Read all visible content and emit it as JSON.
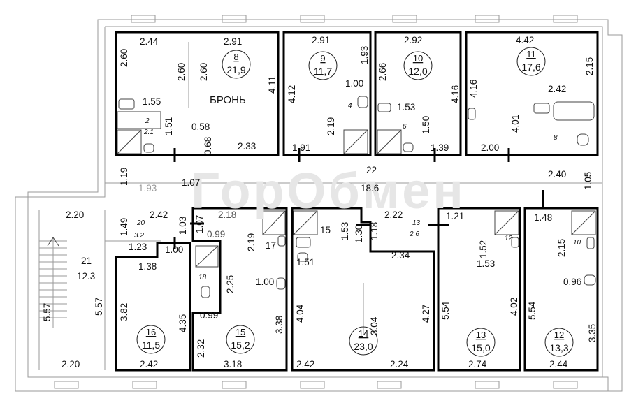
{
  "watermark": "ГорОбмен",
  "reserved_label": "БРОНЬ",
  "rooms": [
    {
      "id": "8",
      "number": "8",
      "area": "21,9"
    },
    {
      "id": "9",
      "number": "9",
      "area": "11,7"
    },
    {
      "id": "10",
      "number": "10",
      "area": "12,0"
    },
    {
      "id": "11",
      "number": "11",
      "area": "17,6"
    },
    {
      "id": "12",
      "number": "12",
      "area": "13,3"
    },
    {
      "id": "13",
      "number": "13",
      "area": "15,0"
    },
    {
      "id": "14",
      "number": "14",
      "area": "23,0"
    },
    {
      "id": "15",
      "number": "15",
      "area": "15,2"
    },
    {
      "id": "16",
      "number": "16",
      "area": "11,5"
    }
  ],
  "dimensions": {
    "r8_top_left": "2.44",
    "r8_top_right": "2.91",
    "r8_left": "2.60",
    "r8_mid_a": "2.60",
    "r8_mid_b": "2.60",
    "r8_right": "4.11",
    "r8_bath": "1.55",
    "r8_wc_h": "1.51",
    "r8_wc_no": "2",
    "r8_wc_area": "2.1",
    "r8_stub_w": "0.58",
    "r8_stub_h": "0.68",
    "r8_bottom": "2.33",
    "r9_top": "2.91",
    "r9_right": "1.93",
    "r9_left": "4.12",
    "r9_bath_w": "1.00",
    "r9_bath_no": "4",
    "r9_bath_h": "2.19",
    "r9_bottom": "1.91",
    "r10_top": "2.92",
    "r10_left": "2.66",
    "r10_right": "4.16",
    "r10_bath_w": "1.53",
    "r10_bath_no": "6",
    "r10_bath_h": "1.50",
    "r10_bottom": "1.39",
    "r11_top": "4.42",
    "r11_right": "2.15",
    "r11_left": "4.16",
    "r11_bath_w": "2.42",
    "r11_bath_h": "4.01",
    "r11_bath_no": "8",
    "r11_bottom": "2.00",
    "c_left": "1.19",
    "c_a": "1.93",
    "c_b": "1.07",
    "c_no": "22",
    "c_area": "18.6",
    "c_right_w": "2.40",
    "c_right_h": "1.05",
    "st_w_top": "2.20",
    "st_no": "21",
    "st_area": "12.3",
    "st_left": "5.57",
    "st_right": "5.57",
    "st_w_bottom": "2.20",
    "v20_w": "2.42",
    "v20_h": "1.49",
    "v20_no": "20",
    "v20_area": "3.2",
    "v20_b": "1.23",
    "v20_c": "1.03",
    "v19_a": "1.07",
    "v19_b": "2.18",
    "v19_c": "0.99",
    "r16_top": "1.00",
    "r16_bath": "1.38",
    "r16_no18": "18",
    "r16_left": "3.82",
    "r16_right": "4.35",
    "r16_bottom": "2.42",
    "r15_a": "0.99",
    "r15_b": "2.25",
    "r15_c": "2.19",
    "r15_bath_no": "17",
    "r15_d": "1.00",
    "r15_left": "2.32",
    "r15_right": "3.38",
    "r15_bottom": "3.18",
    "r14_bath_no": "15",
    "r14_a": "1.53",
    "r14_b": "1.30",
    "r14_c": "1.18",
    "r14_d": "2.22",
    "r14_e_no": "13",
    "r14_e_area": "2.6",
    "r14_bath_w": "1.51",
    "r14_f": "2.34",
    "r14_left": "4.04",
    "r14_mid": "3.04",
    "r14_right": "4.27",
    "r14_bottom_l": "2.42",
    "r14_bottom_r": "2.24",
    "r13_a": "1.21",
    "r13_bath_h": "1.52",
    "r13_bath_no": "12",
    "r13_bath_w": "1.53",
    "r13_left": "5.54",
    "r13_right": "4.02",
    "r13_bottom": "2.74",
    "r12_a": "1.48",
    "r12_bath_h": "2.15",
    "r12_bath_no": "10",
    "r12_bath_w": "0.96",
    "r12_left": "5.54",
    "r12_right": "3.35",
    "r12_bottom": "2.44"
  }
}
